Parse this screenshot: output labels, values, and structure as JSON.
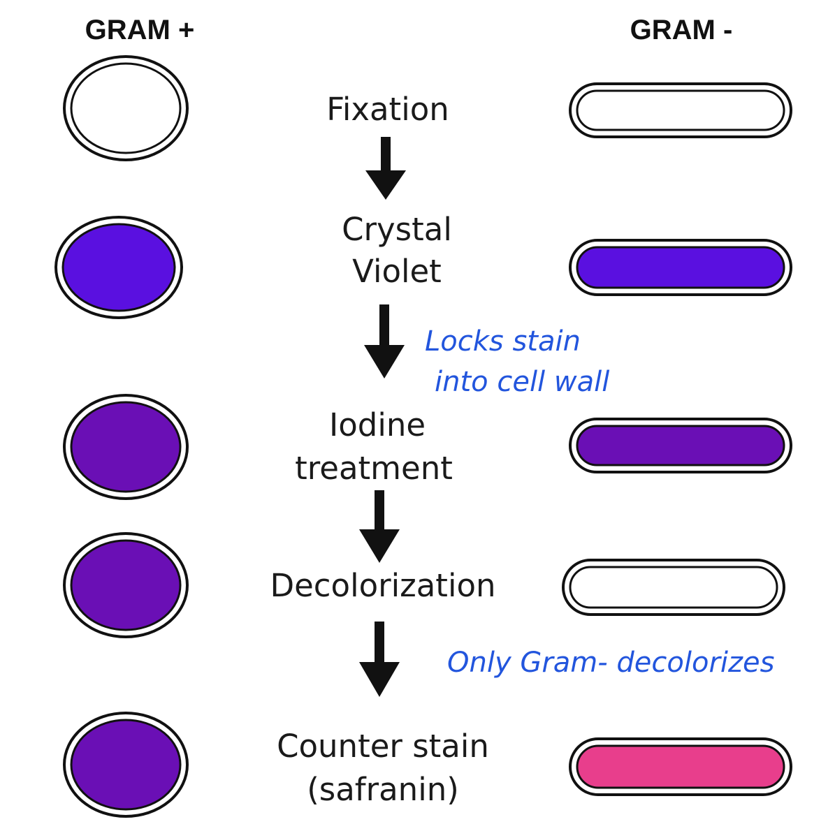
{
  "headers": {
    "gram_positive": "GRAM +",
    "gram_negative": "GRAM -"
  },
  "steps": [
    {
      "lines": [
        "Fixation"
      ]
    },
    {
      "lines": [
        "Crystal",
        "Violet"
      ]
    },
    {
      "lines": [
        "Iodine",
        "treatment"
      ]
    },
    {
      "lines": [
        "Decolorization"
      ]
    },
    {
      "lines": [
        "Counter stain",
        "(safranin)"
      ]
    }
  ],
  "notes": {
    "locks": [
      "Locks stain",
      "into cell wall"
    ],
    "decolorizes": "Only Gram- decolorizes"
  },
  "colors": {
    "unstained": "#ffffff",
    "crystal_violet": "#5a10e0",
    "iodine_complex": "#6a0fb5",
    "safranin": "#e83e8c",
    "outline": "#111111",
    "arrow": "#111111",
    "annotation": "#2255dd"
  },
  "cells": {
    "gram_positive_shape": "coccus",
    "gram_negative_shape": "bacillus",
    "gram_positive_stain": [
      "unstained",
      "crystal_violet",
      "iodine_complex",
      "iodine_complex",
      "iodine_complex"
    ],
    "gram_negative_stain": [
      "unstained",
      "crystal_violet",
      "iodine_complex",
      "unstained",
      "safranin"
    ]
  }
}
